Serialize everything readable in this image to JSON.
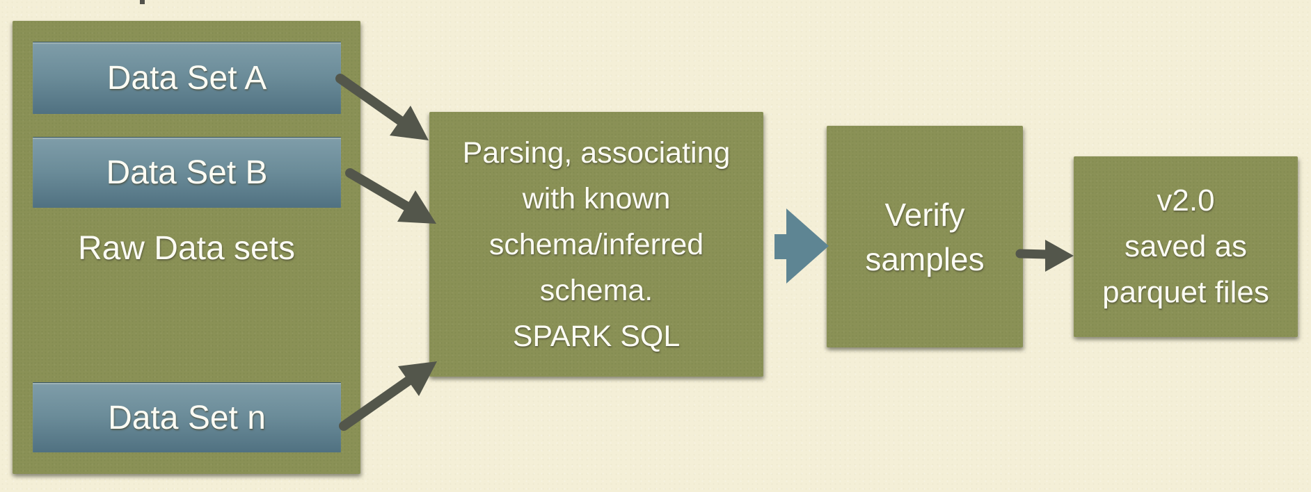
{
  "colors": {
    "bg": "#f4efd7",
    "olive": "#8a9156",
    "teal-top": "#7f9da9",
    "teal-bottom": "#507181",
    "arrow-dark": "#53564b",
    "arrow-teal": "#5e8593",
    "text": "#fcfcf4",
    "top-mark": "#52524b"
  },
  "raw_panel": {
    "label": "Raw Data sets",
    "datasets": [
      {
        "label": "Data Set A"
      },
      {
        "label": "Data Set B"
      },
      {
        "label": "Data Set n"
      }
    ]
  },
  "process_box": {
    "lines": [
      "Parsing, associating",
      "with known",
      "schema/inferred",
      "schema.",
      "SPARK SQL"
    ]
  },
  "verify_box": {
    "lines": [
      "Verify",
      "samples"
    ]
  },
  "output_box": {
    "lines": [
      "v2.0",
      "saved as",
      "parquet files"
    ]
  },
  "flow": {
    "arrows": [
      {
        "name": "dataset-a-to-process"
      },
      {
        "name": "dataset-b-to-process"
      },
      {
        "name": "dataset-n-to-process"
      },
      {
        "name": "process-to-verify"
      },
      {
        "name": "verify-to-output"
      }
    ]
  }
}
